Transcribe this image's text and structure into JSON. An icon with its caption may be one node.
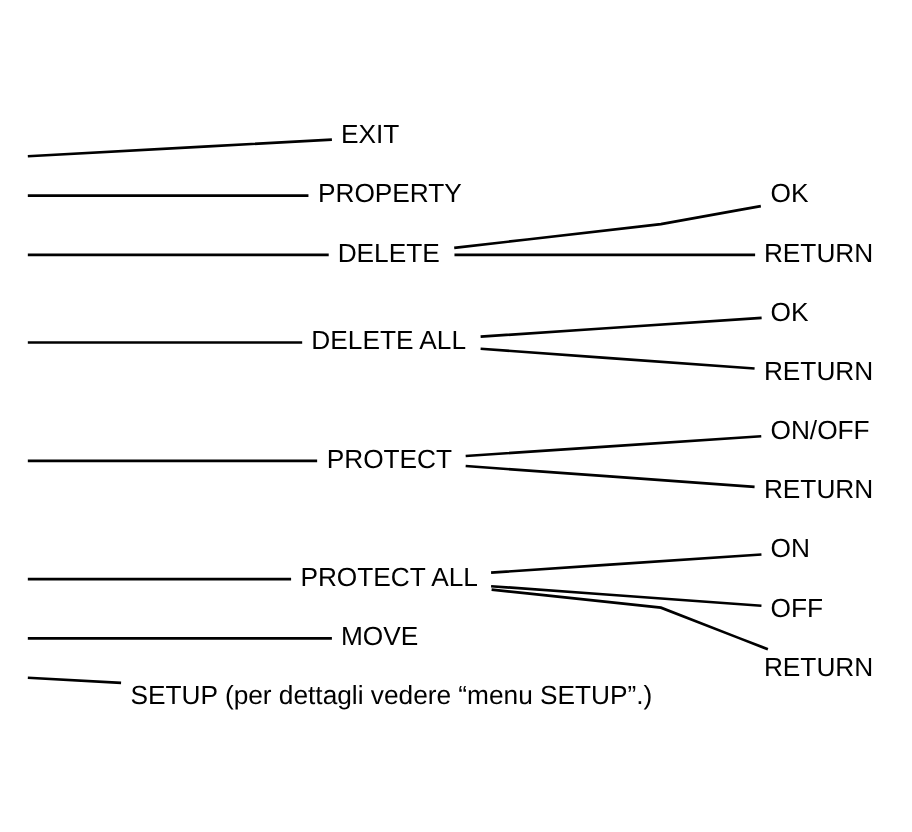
{
  "diagram": {
    "nodes": [
      {
        "text": [
          "EXIT"
        ]
      },
      {
        "text": [
          "PROPERTY"
        ]
      },
      {
        "text": [
          "DELETE"
        ]
      },
      {
        "text": [
          "OK"
        ]
      },
      {
        "text": [
          "RETURN"
        ]
      },
      {
        "text": [
          "DELETE ALL"
        ]
      },
      {
        "text": [
          "OK"
        ]
      },
      {
        "text": [
          "RETURN"
        ]
      },
      {
        "text": [
          "PROTECT"
        ]
      },
      {
        "text": [
          "ON/OFF"
        ]
      },
      {
        "text": [
          "RETURN"
        ]
      },
      {
        "text": [
          "PROTECT ALL"
        ]
      },
      {
        "text": [
          "ON"
        ]
      },
      {
        "text": [
          "OFF"
        ]
      },
      {
        "text": [
          "RETURN"
        ]
      },
      {
        "text": [
          "MOVE"
        ]
      },
      {
        "text": [
          "SETUP (per dettagli vedere “menu SETUP”.)"
        ]
      }
    ],
    "edges": [
      {
        "from": null,
        "to": 0,
        "arrow": "none"
      },
      {
        "from": null,
        "to": 1,
        "arrow": "none"
      },
      {
        "from": null,
        "to": 2,
        "arrow": "none"
      },
      {
        "from": 2,
        "to": 3,
        "arrow": "none"
      },
      {
        "from": 2,
        "to": 4,
        "arrow": "none"
      },
      {
        "from": null,
        "to": 5,
        "arrow": "none"
      },
      {
        "from": 5,
        "to": 6,
        "arrow": "none"
      },
      {
        "from": 5,
        "to": 7,
        "arrow": "none"
      },
      {
        "from": null,
        "to": 8,
        "arrow": "none"
      },
      {
        "from": 8,
        "to": 9,
        "arrow": "none"
      },
      {
        "from": 8,
        "to": 10,
        "arrow": "none"
      },
      {
        "from": null,
        "to": 11,
        "arrow": "none"
      },
      {
        "from": 11,
        "to": 12,
        "arrow": "none"
      },
      {
        "from": 11,
        "to": 13,
        "arrow": "none"
      },
      {
        "from": 11,
        "to": 14,
        "arrow": "none"
      },
      {
        "from": null,
        "to": 15,
        "arrow": "none"
      },
      {
        "from": null,
        "to": 16,
        "arrow": "none"
      }
    ]
  }
}
